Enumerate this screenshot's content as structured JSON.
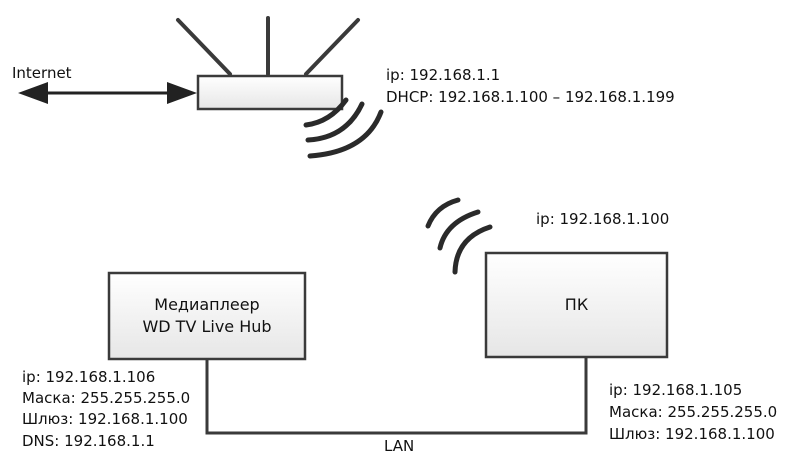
{
  "internet": {
    "label": "Internet"
  },
  "router": {
    "ip": "ip: 192.168.1.1",
    "dhcp": "DHCP: 192.168.1.100 – 192.168.1.199"
  },
  "pc": {
    "name": "ПК",
    "ip": "ip: 192.168.1.100"
  },
  "mediaplayer": {
    "name_line1": "Медиаплеер",
    "name_line2": "WD TV Live Hub",
    "ip": "ip: 192.168.1.106",
    "mask": "Маска: 255.255.255.0",
    "gateway": "Шлюз: 192.168.1.100",
    "dns": "DNS: 192.168.1.1"
  },
  "pc_lan": {
    "ip": "ip: 192.168.1.105",
    "mask": "Маска: 255.255.255.0",
    "gateway": "Шлюз: 192.168.1.100"
  },
  "lan": {
    "label": "LAN"
  }
}
